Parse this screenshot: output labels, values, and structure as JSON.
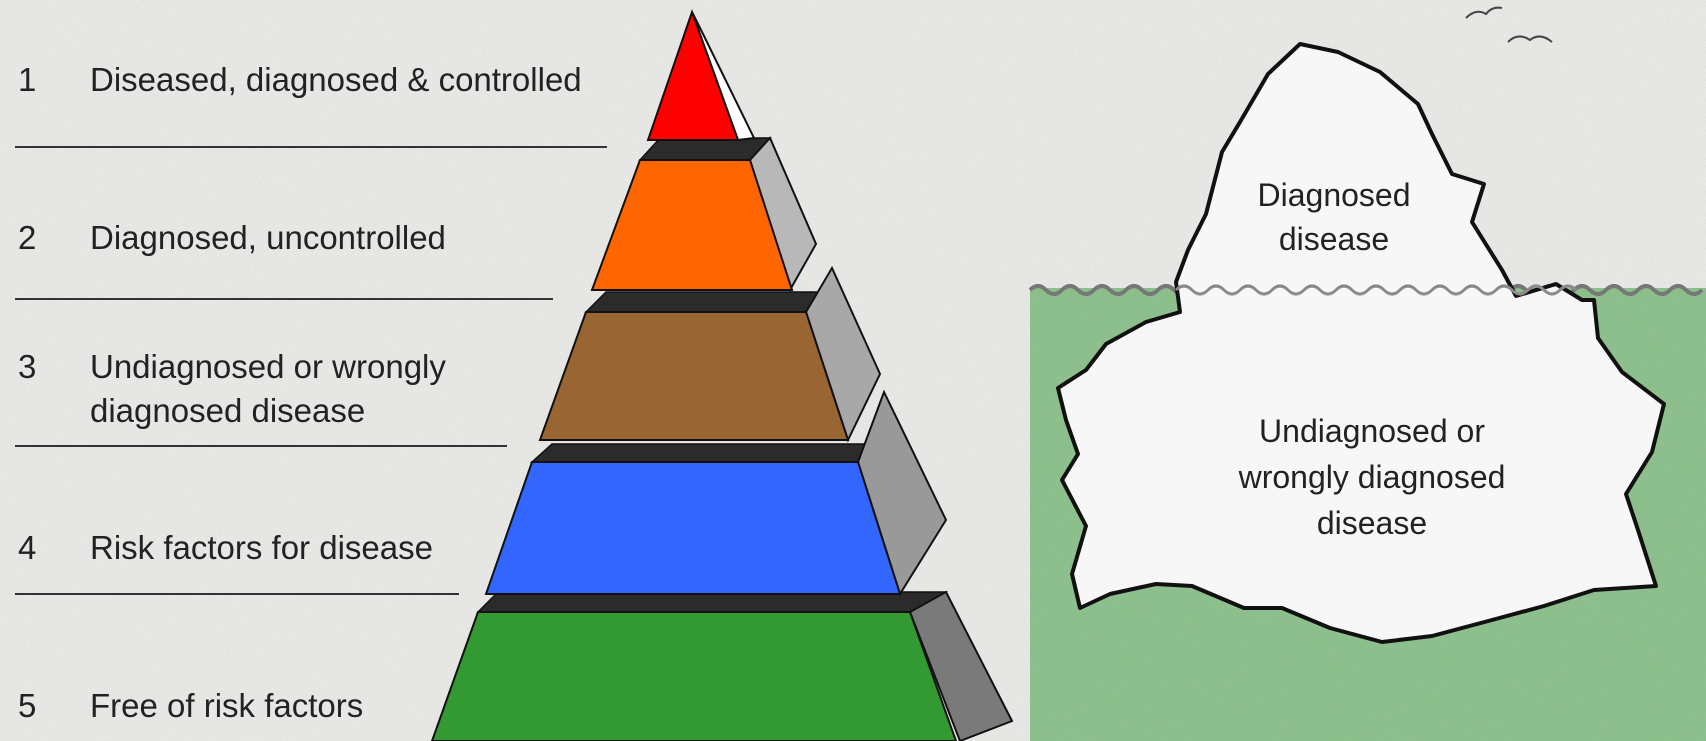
{
  "pyramid": {
    "levels": [
      {
        "number": "1",
        "lines": [
          "Diseased, diagnosed & controlled"
        ],
        "color": "#ff0000"
      },
      {
        "number": "2",
        "lines": [
          "Diagnosed, uncontrolled"
        ],
        "color": "#ff6600"
      },
      {
        "number": "3",
        "lines": [
          "Undiagnosed or wrongly",
          "diagnosed disease"
        ],
        "color": "#996633"
      },
      {
        "number": "4",
        "lines": [
          "Risk factors for disease"
        ],
        "color": "#3366ff"
      },
      {
        "number": "5",
        "lines": [
          "Free of risk factors"
        ],
        "color": "#339933"
      }
    ]
  },
  "iceberg": {
    "above_water": [
      "Diagnosed",
      "disease"
    ],
    "below_water": [
      "Undiagnosed or",
      "wrongly diagnosed",
      "disease"
    ],
    "water_color": "#8cbf8c",
    "ice_color": "#f7f7f7"
  }
}
